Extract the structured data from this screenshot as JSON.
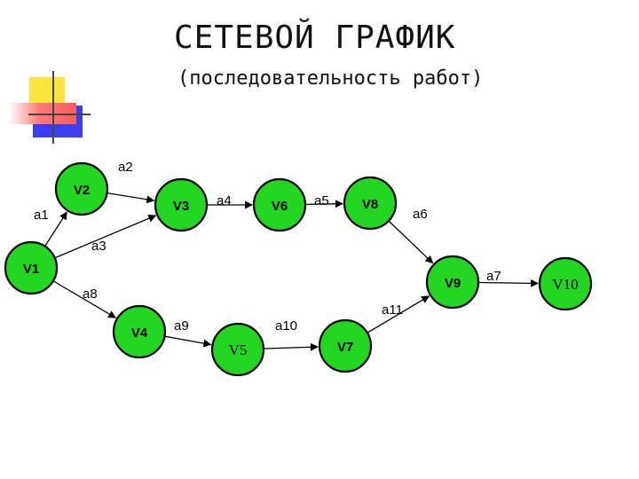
{
  "title": "СЕТЕВОЙ ГРАФИК",
  "subtitle": "(последовательность работ)",
  "nodes": [
    {
      "id": "V1",
      "label": "V1"
    },
    {
      "id": "V2",
      "label": "V2"
    },
    {
      "id": "V3",
      "label": "V3"
    },
    {
      "id": "V4",
      "label": "V4"
    },
    {
      "id": "V5",
      "label": "V5"
    },
    {
      "id": "V6",
      "label": "V6"
    },
    {
      "id": "V7",
      "label": "V7"
    },
    {
      "id": "V8",
      "label": "V8"
    },
    {
      "id": "V9",
      "label": "V9"
    },
    {
      "id": "V10",
      "label": "V10"
    }
  ],
  "edges": [
    {
      "label": "a1",
      "from": "V1",
      "to": "V2"
    },
    {
      "label": "a2",
      "from": "V2",
      "to": "V3"
    },
    {
      "label": "a3",
      "from": "V1",
      "to": "V3"
    },
    {
      "label": "a4",
      "from": "V3",
      "to": "V6"
    },
    {
      "label": "a5",
      "from": "V6",
      "to": "V8"
    },
    {
      "label": "a6",
      "from": "V8",
      "to": "V9"
    },
    {
      "label": "a7",
      "from": "V9",
      "to": "V10"
    },
    {
      "label": "a8",
      "from": "V1",
      "to": "V4"
    },
    {
      "label": "a9",
      "from": "V4",
      "to": "V5"
    },
    {
      "label": "a10",
      "from": "V5",
      "to": "V7"
    },
    {
      "label": "a11",
      "from": "V7",
      "to": "V9"
    }
  ],
  "colors": {
    "node_fill": "#22d622",
    "node_stroke": "#000000"
  }
}
